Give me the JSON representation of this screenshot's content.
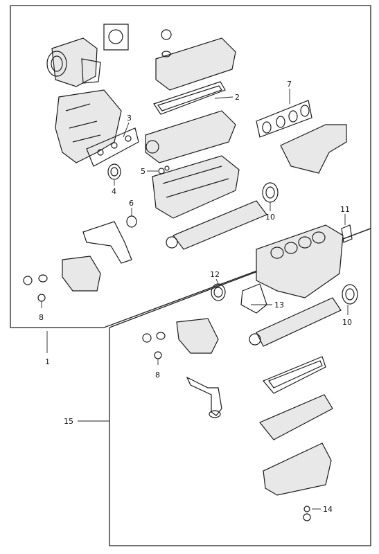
{
  "callouts": {
    "c1": "1",
    "c2": "2",
    "c3": "3",
    "c4": "4",
    "c5": "5",
    "c6": "6",
    "c7": "7",
    "c8a": "8",
    "c8b": "8",
    "c10a": "10",
    "c10b": "10",
    "c11": "11",
    "c12": "12",
    "c13": "13",
    "c14": "14",
    "c15": "15"
  }
}
